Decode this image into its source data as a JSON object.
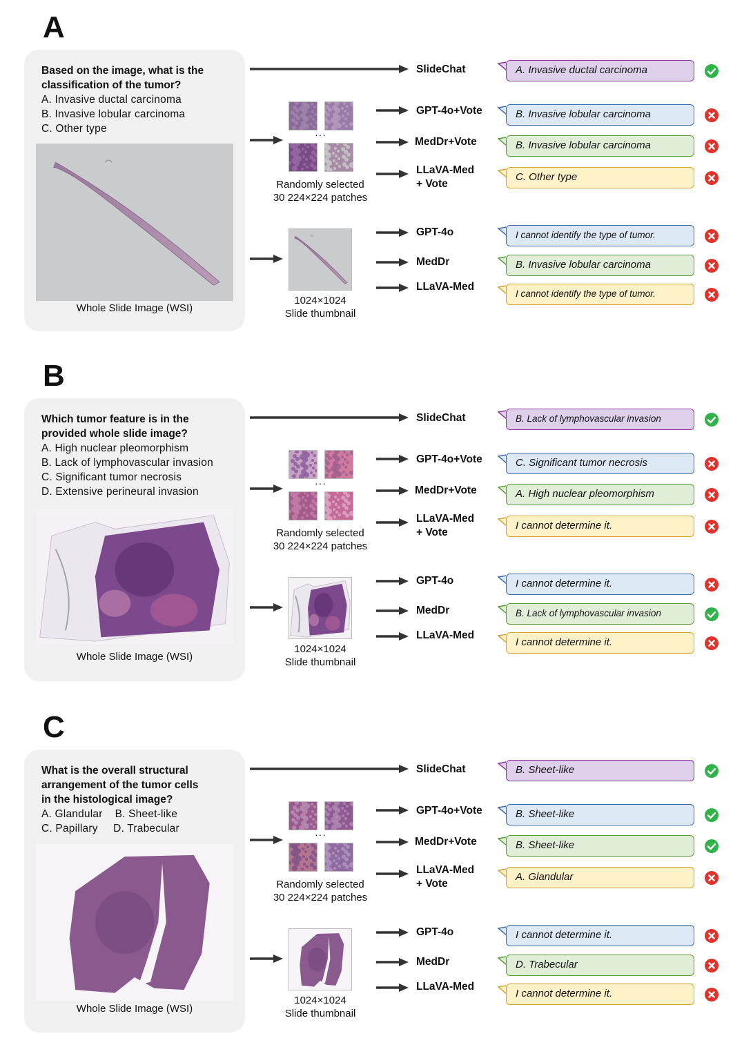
{
  "colors": {
    "purple_fill": "#ded0ea",
    "purple_border": "#8a3a9a",
    "blue_fill": "#dde8f5",
    "blue_border": "#3d6aa8",
    "green_fill": "#e0eed8",
    "green_border": "#5a9a3a",
    "yellow_fill": "#fdf1c8",
    "yellow_border": "#d4a330",
    "check": "#2fb34a",
    "cross": "#e0332c"
  },
  "labels": {
    "wsi_caption": "Whole Slide Image (WSI)",
    "patches_caption": "Randomly selected\n30 224×224 patches",
    "thumb_caption": "1024×1024\nSlide thumbnail",
    "dots": "···"
  },
  "panels": [
    {
      "letter": "A",
      "question": "Based on the image, what is the\nclassification of the tumor?",
      "options": [
        "A. Invasive ductal carcinoma",
        "B. Invasive lobular carcinoma",
        "C. Other type"
      ],
      "responses": [
        {
          "model": "SlideChat",
          "text": "A. Invasive ductal carcinoma",
          "color": "purple",
          "correct": true
        },
        {
          "model": "GPT-4o+Vote",
          "text": "B. Invasive lobular carcinoma",
          "color": "blue",
          "correct": false
        },
        {
          "model": "MedDr+Vote",
          "text": "B. Invasive lobular carcinoma",
          "color": "green",
          "correct": false
        },
        {
          "model": "LLaVA-Med\n+ Vote",
          "text": "C. Other type",
          "color": "yellow",
          "correct": false
        },
        {
          "model": "GPT-4o",
          "text": "I cannot identify the type of tumor.",
          "color": "blue",
          "correct": false
        },
        {
          "model": "MedDr",
          "text": "B. Invasive lobular carcinoma",
          "color": "green",
          "correct": false
        },
        {
          "model": "LLaVA-Med",
          "text": "I cannot identify the type of tumor.",
          "color": "yellow",
          "correct": false
        }
      ]
    },
    {
      "letter": "B",
      "question": "Which tumor feature is in the\nprovided whole slide image?",
      "options": [
        "A. High nuclear pleomorphism",
        "B. Lack of lymphovascular invasion",
        "C. Significant tumor necrosis",
        "D. Extensive perineural invasion"
      ],
      "responses": [
        {
          "model": "SlideChat",
          "text": "B. Lack of lymphovascular invasion",
          "color": "purple",
          "correct": true
        },
        {
          "model": "GPT-4o+Vote",
          "text": "C. Significant tumor necrosis",
          "color": "blue",
          "correct": false
        },
        {
          "model": "MedDr+Vote",
          "text": "A. High nuclear pleomorphism",
          "color": "green",
          "correct": false
        },
        {
          "model": "LLaVA-Med\n+ Vote",
          "text": "I cannot determine it.",
          "color": "yellow",
          "correct": false
        },
        {
          "model": "GPT-4o",
          "text": "I cannot determine it.",
          "color": "blue",
          "correct": false
        },
        {
          "model": "MedDr",
          "text": "B. Lack of lymphovascular invasion",
          "color": "green",
          "correct": true
        },
        {
          "model": "LLaVA-Med",
          "text": "I cannot determine it.",
          "color": "yellow",
          "correct": false
        }
      ]
    },
    {
      "letter": "C",
      "question": "What is the overall structural\narrangement of the tumor cells\nin the histological image?",
      "options": [
        "A. Glandular    B. Sheet-like",
        "C. Papillary     D. Trabecular"
      ],
      "responses": [
        {
          "model": "SlideChat",
          "text": "B. Sheet-like",
          "color": "purple",
          "correct": true
        },
        {
          "model": "GPT-4o+Vote",
          "text": "B. Sheet-like",
          "color": "blue",
          "correct": true
        },
        {
          "model": "MedDr+Vote",
          "text": "B. Sheet-like",
          "color": "green",
          "correct": true
        },
        {
          "model": "LLaVA-Med\n+ Vote",
          "text": "A. Glandular",
          "color": "yellow",
          "correct": false
        },
        {
          "model": "GPT-4o",
          "text": "I cannot determine it.",
          "color": "blue",
          "correct": false
        },
        {
          "model": "MedDr",
          "text": "D. Trabecular",
          "color": "green",
          "correct": false
        },
        {
          "model": "LLaVA-Med",
          "text": "I cannot determine it.",
          "color": "yellow",
          "correct": false
        }
      ]
    }
  ]
}
